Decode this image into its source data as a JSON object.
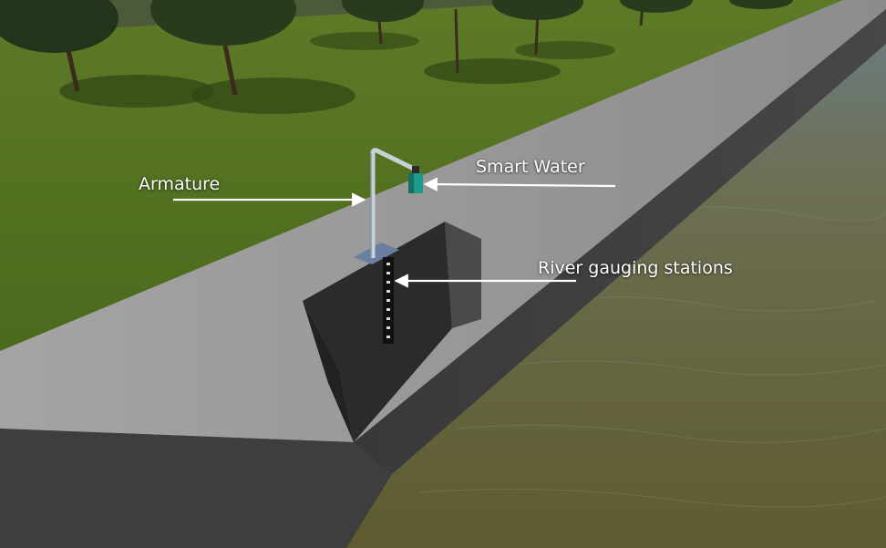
{
  "labels": {
    "armature": "Armature",
    "smart_water": "Smart Water",
    "river_gauging": "River gauging stations"
  },
  "colors": {
    "grass": "#4f6b1e",
    "wall_top": "#9c9c9c",
    "wall_face": "#3b3b3b",
    "water": "#6b6a3a",
    "sensor": "#1f9a8a",
    "pole": "#cfd6dc",
    "arrow": "#ffffff"
  }
}
